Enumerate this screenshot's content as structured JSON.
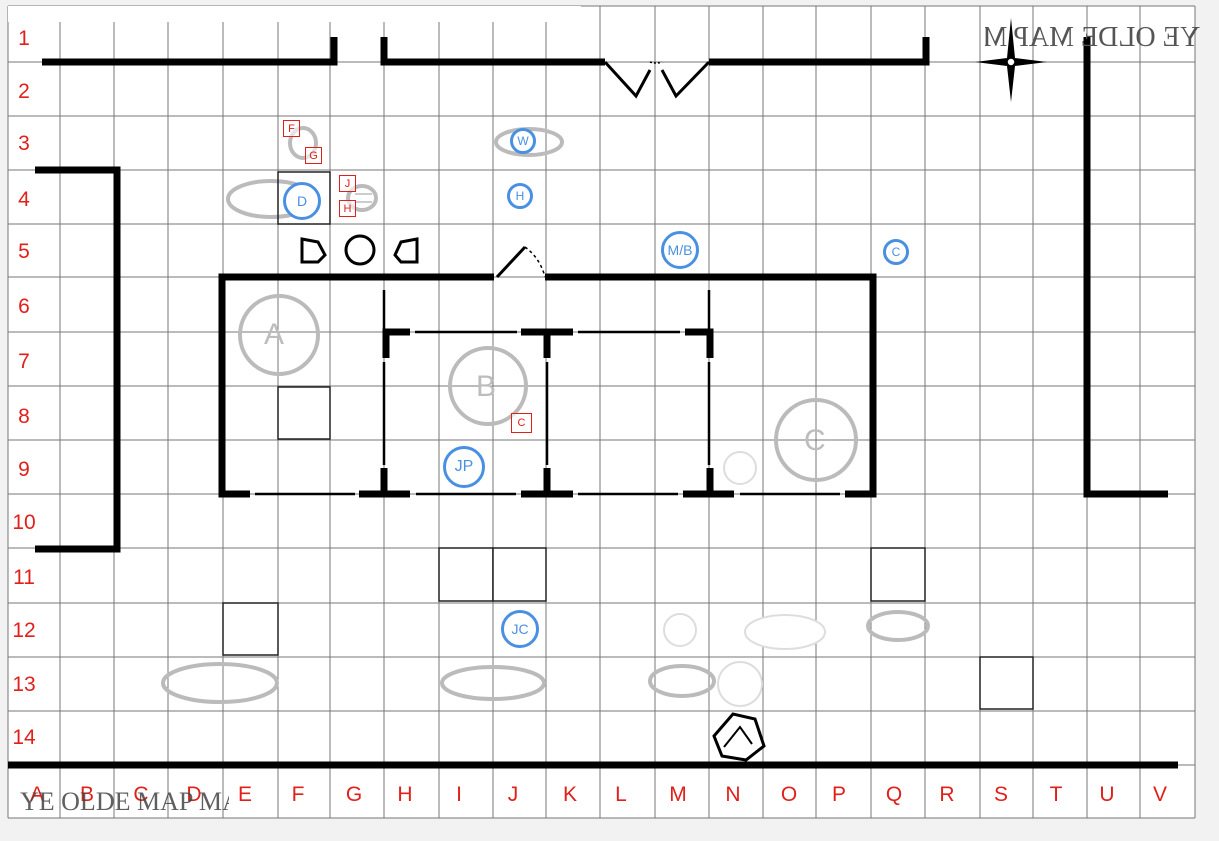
{
  "map": {
    "rows": [
      "1",
      "2",
      "3",
      "4",
      "5",
      "6",
      "7",
      "8",
      "9",
      "10",
      "11",
      "12",
      "13",
      "14"
    ],
    "columns": [
      "A",
      "B",
      "C",
      "D",
      "E",
      "F",
      "G",
      "H",
      "I",
      "J",
      "K",
      "L",
      "M",
      "N",
      "O",
      "P",
      "Q",
      "R",
      "S",
      "T",
      "U",
      "V"
    ],
    "logo_top_right": "YE OLDE MAP MAKER.COM",
    "logo_bottom_left": "YE OLDE MAP MAKER.COM",
    "colors": {
      "grid": "#777777",
      "labels": "#e0201b",
      "walls": "#000000",
      "tokens": "#4a90e2",
      "tables": "#b8b8b8"
    }
  },
  "areas": [
    {
      "label": "A"
    },
    {
      "label": "B"
    },
    {
      "label": "C"
    }
  ],
  "tokens": [
    {
      "label": "W"
    },
    {
      "label": "H"
    },
    {
      "label": "D"
    },
    {
      "label": "M/B"
    },
    {
      "label": "C"
    },
    {
      "label": "JP"
    },
    {
      "label": "JC"
    }
  ],
  "red_tokens": [
    {
      "label": "F"
    },
    {
      "label": "G"
    },
    {
      "label": "J"
    },
    {
      "label": "H"
    },
    {
      "label": "C"
    }
  ]
}
